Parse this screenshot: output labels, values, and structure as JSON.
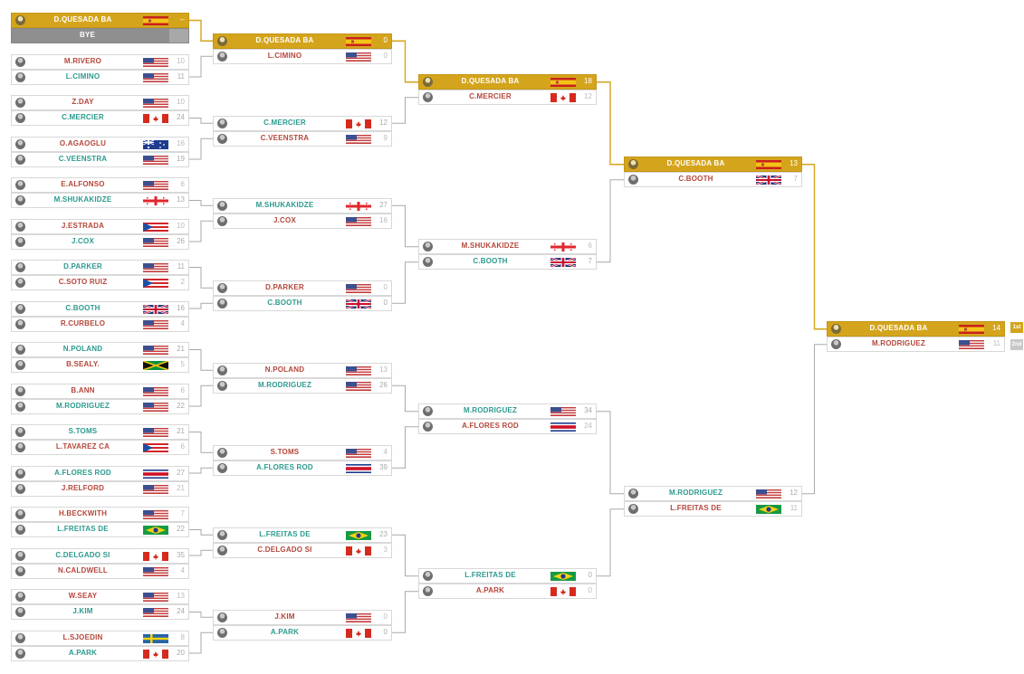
{
  "colors": {
    "champion": "#d4a41c",
    "winner_text": "#2c9a8e",
    "loser_text": "#b5463a",
    "bye": "#8f8f8f",
    "line": "#a9a9a9",
    "gold_line": "#d4a41c"
  },
  "places": {
    "first": "1st",
    "second": "2nd"
  },
  "rounds": [
    [
      [
        {
          "name": "D.QUESADA BA",
          "flag": "spain",
          "score": "--",
          "state": "champ"
        },
        {
          "name": "BYE",
          "flag": "",
          "score": "",
          "state": "bye"
        }
      ],
      [
        {
          "name": "M.RIVERO",
          "flag": "usa",
          "score": "10",
          "state": "loser"
        },
        {
          "name": "L.CIMINO",
          "flag": "usa",
          "score": "11",
          "state": "winner"
        }
      ],
      [
        {
          "name": "Z.DAY",
          "flag": "usa",
          "score": "10",
          "state": "loser"
        },
        {
          "name": "C.MERCIER",
          "flag": "canada",
          "score": "24",
          "state": "winner"
        }
      ],
      [
        {
          "name": "O.AGAOGLU",
          "flag": "australia",
          "score": "16",
          "state": "loser"
        },
        {
          "name": "C.VEENSTRA",
          "flag": "usa",
          "score": "19",
          "state": "winner"
        }
      ],
      [
        {
          "name": "E.ALFONSO",
          "flag": "usa",
          "score": "6",
          "state": "loser"
        },
        {
          "name": "M.SHUKAKIDZE",
          "flag": "georgia",
          "score": "13",
          "state": "winner"
        }
      ],
      [
        {
          "name": "J.ESTRADA",
          "flag": "puertorico",
          "score": "10",
          "state": "loser"
        },
        {
          "name": "J.COX",
          "flag": "usa",
          "score": "26",
          "state": "winner"
        }
      ],
      [
        {
          "name": "D.PARKER",
          "flag": "usa",
          "score": "11",
          "state": "winner"
        },
        {
          "name": "C.SOTO RUIZ",
          "flag": "puertorico",
          "score": "2",
          "state": "loser"
        }
      ],
      [
        {
          "name": "C.BOOTH",
          "flag": "uk",
          "score": "16",
          "state": "winner"
        },
        {
          "name": "R.CURBELO",
          "flag": "usa",
          "score": "4",
          "state": "loser"
        }
      ],
      [
        {
          "name": "N.POLAND",
          "flag": "usa",
          "score": "21",
          "state": "winner"
        },
        {
          "name": "B.SEALY.",
          "flag": "jamaica",
          "score": "5",
          "state": "loser"
        }
      ],
      [
        {
          "name": "B.ANN",
          "flag": "usa",
          "score": "6",
          "state": "loser"
        },
        {
          "name": "M.RODRIGUEZ",
          "flag": "usa",
          "score": "22",
          "state": "winner"
        }
      ],
      [
        {
          "name": "S.TOMS",
          "flag": "usa",
          "score": "21",
          "state": "winner"
        },
        {
          "name": "L.TAVAREZ CA",
          "flag": "puertorico",
          "score": "6",
          "state": "loser"
        }
      ],
      [
        {
          "name": "A.FLORES ROD",
          "flag": "costarica",
          "score": "27",
          "state": "winner"
        },
        {
          "name": "J.RELFORD",
          "flag": "usa",
          "score": "21",
          "state": "loser"
        }
      ],
      [
        {
          "name": "H.BECKWITH",
          "flag": "usa",
          "score": "7",
          "state": "loser"
        },
        {
          "name": "L.FREITAS DE",
          "flag": "brazil",
          "score": "22",
          "state": "winner"
        }
      ],
      [
        {
          "name": "C.DELGADO SI",
          "flag": "canada",
          "score": "35",
          "state": "winner"
        },
        {
          "name": "N.CALDWELL",
          "flag": "usa",
          "score": "4",
          "state": "loser"
        }
      ],
      [
        {
          "name": "W.SEAY",
          "flag": "usa",
          "score": "13",
          "state": "loser"
        },
        {
          "name": "J.KIM",
          "flag": "usa",
          "score": "24",
          "state": "winner"
        }
      ],
      [
        {
          "name": "L.SJOEDIN",
          "flag": "sweden",
          "score": "8",
          "state": "loser"
        },
        {
          "name": "A.PARK",
          "flag": "canada",
          "score": "20",
          "state": "winner"
        }
      ]
    ],
    [
      [
        {
          "name": "D.QUESADA BA",
          "flag": "spain",
          "score": "0",
          "state": "champ"
        },
        {
          "name": "L.CIMINO",
          "flag": "usa",
          "score": "0",
          "state": "loser"
        }
      ],
      [
        {
          "name": "C.MERCIER",
          "flag": "canada",
          "score": "12",
          "state": "winner"
        },
        {
          "name": "C.VEENSTRA",
          "flag": "usa",
          "score": "9",
          "state": "loser"
        }
      ],
      [
        {
          "name": "M.SHUKAKIDZE",
          "flag": "georgia",
          "score": "27",
          "state": "winner"
        },
        {
          "name": "J.COX",
          "flag": "usa",
          "score": "16",
          "state": "loser"
        }
      ],
      [
        {
          "name": "D.PARKER",
          "flag": "usa",
          "score": "0",
          "state": "loser"
        },
        {
          "name": "C.BOOTH",
          "flag": "uk",
          "score": "0",
          "state": "winner"
        }
      ],
      [
        {
          "name": "N.POLAND",
          "flag": "usa",
          "score": "13",
          "state": "loser"
        },
        {
          "name": "M.RODRIGUEZ",
          "flag": "usa",
          "score": "26",
          "state": "winner"
        }
      ],
      [
        {
          "name": "S.TOMS",
          "flag": "usa",
          "score": "4",
          "state": "loser"
        },
        {
          "name": "A.FLORES ROD",
          "flag": "costarica",
          "score": "39",
          "state": "winner"
        }
      ],
      [
        {
          "name": "L.FREITAS DE",
          "flag": "brazil",
          "score": "23",
          "state": "winner"
        },
        {
          "name": "C.DELGADO SI",
          "flag": "canada",
          "score": "3",
          "state": "loser"
        }
      ],
      [
        {
          "name": "J.KIM",
          "flag": "usa",
          "score": "0",
          "state": "loser"
        },
        {
          "name": "A.PARK",
          "flag": "canada",
          "score": "0",
          "state": "winner"
        }
      ]
    ],
    [
      [
        {
          "name": "D.QUESADA BA",
          "flag": "spain",
          "score": "18",
          "state": "champ"
        },
        {
          "name": "C.MERCIER",
          "flag": "canada",
          "score": "12",
          "state": "loser"
        }
      ],
      [
        {
          "name": "M.SHUKAKIDZE",
          "flag": "georgia",
          "score": "6",
          "state": "loser"
        },
        {
          "name": "C.BOOTH",
          "flag": "uk",
          "score": "7",
          "state": "winner"
        }
      ],
      [
        {
          "name": "M.RODRIGUEZ",
          "flag": "usa",
          "score": "34",
          "state": "winner"
        },
        {
          "name": "A.FLORES ROD",
          "flag": "costarica",
          "score": "24",
          "state": "loser"
        }
      ],
      [
        {
          "name": "L.FREITAS DE",
          "flag": "brazil",
          "score": "0",
          "state": "winner"
        },
        {
          "name": "A.PARK",
          "flag": "canada",
          "score": "0",
          "state": "loser"
        }
      ]
    ],
    [
      [
        {
          "name": "D.QUESADA BA",
          "flag": "spain",
          "score": "13",
          "state": "champ"
        },
        {
          "name": "C.BOOTH",
          "flag": "uk",
          "score": "7",
          "state": "loser"
        }
      ],
      [
        {
          "name": "M.RODRIGUEZ",
          "flag": "usa",
          "score": "12",
          "state": "winner"
        },
        {
          "name": "L.FREITAS DE",
          "flag": "brazil",
          "score": "11",
          "state": "loser"
        }
      ]
    ],
    [
      [
        {
          "name": "D.QUESADA BA",
          "flag": "spain",
          "score": "14",
          "state": "champ"
        },
        {
          "name": "M.RODRIGUEZ",
          "flag": "usa",
          "score": "11",
          "state": "loser"
        }
      ]
    ]
  ]
}
